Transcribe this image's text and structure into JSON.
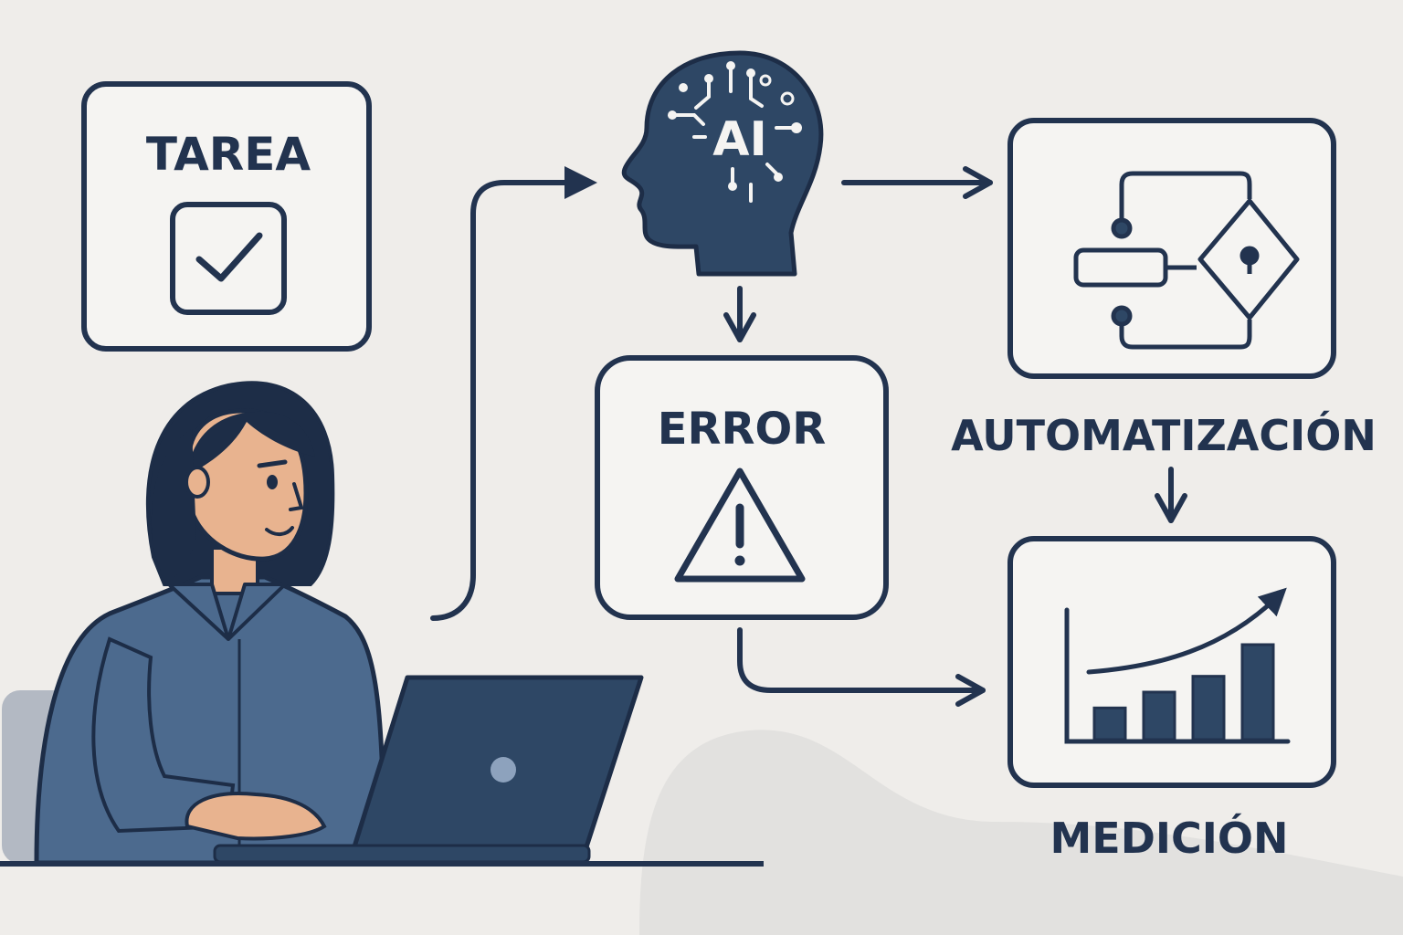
{
  "diagram": {
    "nodes": {
      "tarea": {
        "label": "TAREA",
        "icon": "checkbox-check-icon"
      },
      "ai": {
        "label": "AI",
        "icon": "ai-head-icon"
      },
      "error": {
        "label": "ERROR",
        "icon": "warning-triangle-icon"
      },
      "automatizacion": {
        "label": "AUTOMATIZACIÓN",
        "icon": "flowchart-icon"
      },
      "medicion": {
        "label": "MEDICIÓN",
        "icon": "bar-chart-growth-icon"
      }
    },
    "flow": [
      {
        "from": "person",
        "to": "ai"
      },
      {
        "from": "ai",
        "to": "automatizacion"
      },
      {
        "from": "ai",
        "to": "error"
      },
      {
        "from": "automatizacion",
        "to": "medicion"
      },
      {
        "from": "error",
        "to": "medicion"
      }
    ],
    "bar_chart": {
      "values": [
        1,
        1.5,
        2,
        3
      ]
    }
  },
  "colors": {
    "background": "#efedea",
    "ink": "#22334f",
    "navy": "#2e4765",
    "shirt": "#4c6a8e",
    "skin": "#e8b38f",
    "hair": "#1d2d47",
    "box_fill": "#f5f4f2"
  }
}
